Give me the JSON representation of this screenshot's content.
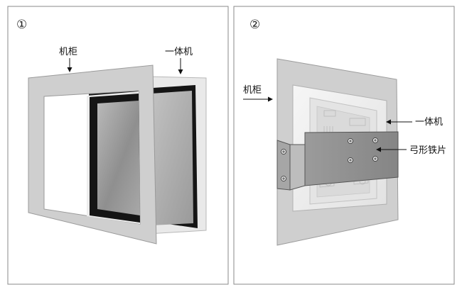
{
  "panels": [
    {
      "step": "①",
      "labels": {
        "cabinet": "机柜",
        "all_in_one": "一体机"
      }
    },
    {
      "step": "②",
      "labels": {
        "cabinet": "机柜",
        "all_in_one": "一体机",
        "bracket": "弓形铁片"
      }
    }
  ],
  "colors": {
    "frame_border": "#8a8a8a",
    "cabinet_gray": "#cfcfcf",
    "bezel_black": "#151515",
    "bracket_gray": "#8c8c8c"
  }
}
